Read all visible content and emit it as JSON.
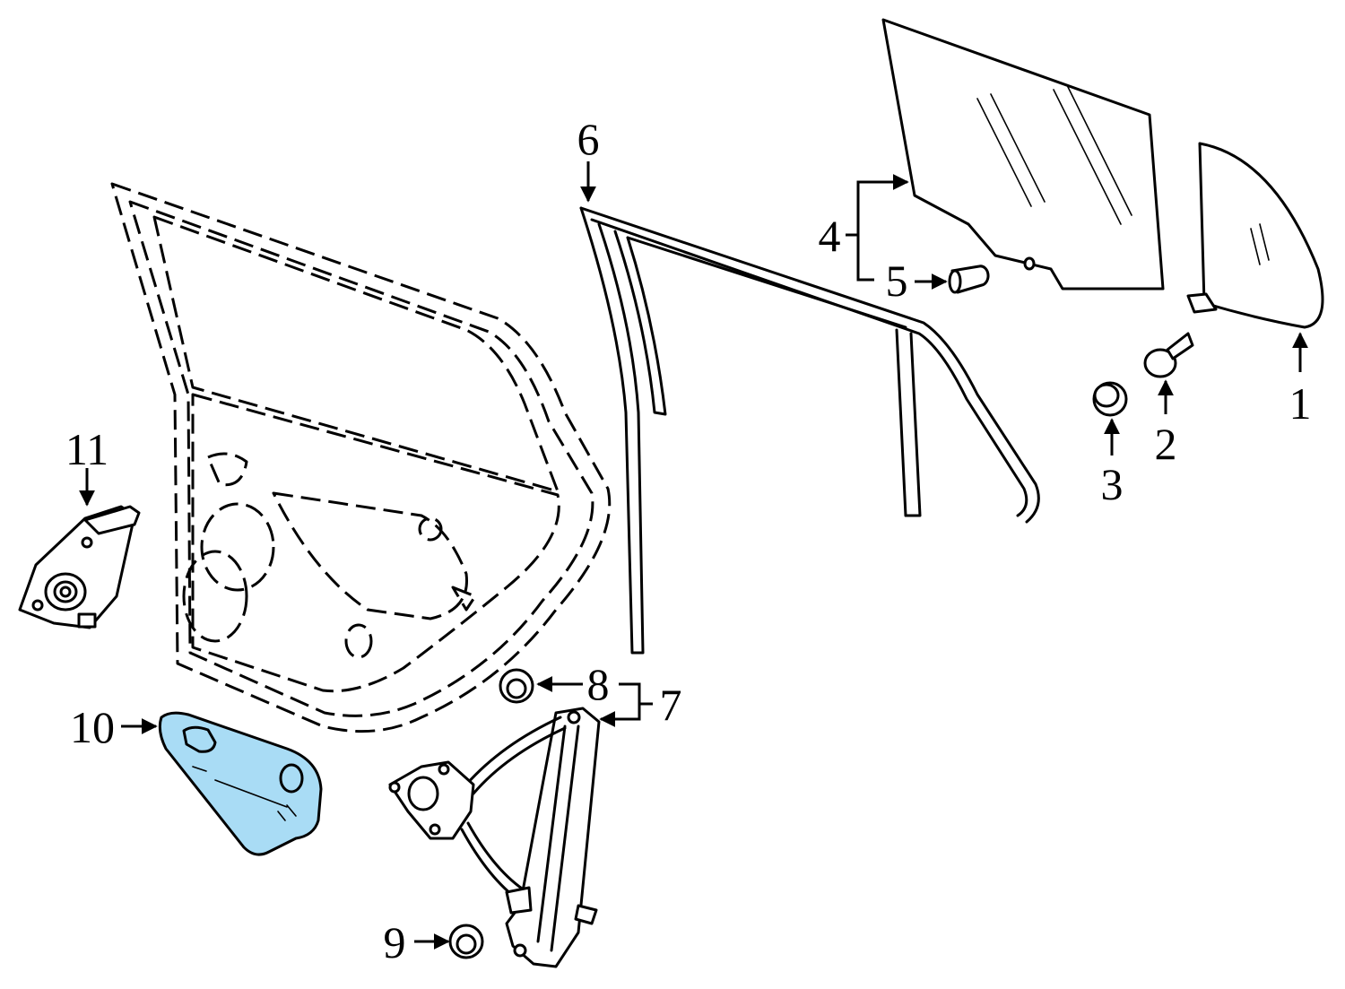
{
  "diagram": {
    "highlight_color": "#a9dcf5",
    "line_color": "#000000",
    "callouts": [
      {
        "id": "1",
        "label": "1"
      },
      {
        "id": "2",
        "label": "2"
      },
      {
        "id": "3",
        "label": "3"
      },
      {
        "id": "4",
        "label": "4"
      },
      {
        "id": "5",
        "label": "5"
      },
      {
        "id": "6",
        "label": "6"
      },
      {
        "id": "7",
        "label": "7"
      },
      {
        "id": "8",
        "label": "8"
      },
      {
        "id": "9",
        "label": "9"
      },
      {
        "id": "10",
        "label": "10"
      },
      {
        "id": "11",
        "label": "11"
      }
    ],
    "highlighted_callout": "10"
  }
}
